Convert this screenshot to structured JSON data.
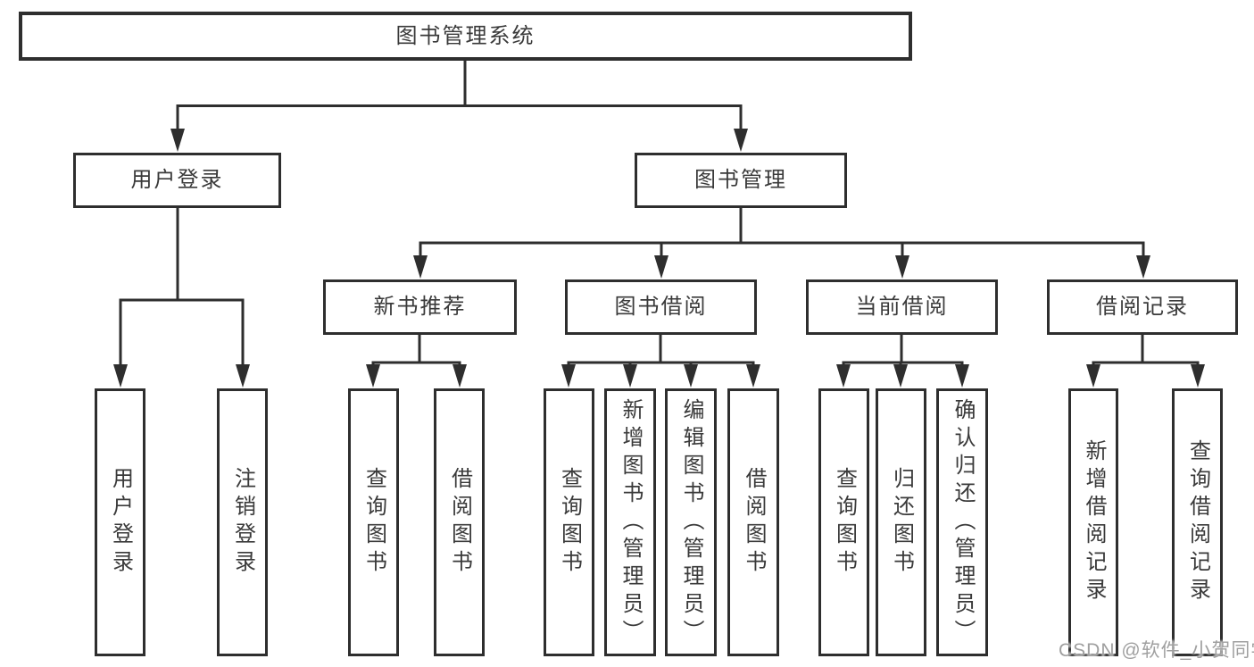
{
  "diagram": {
    "root": {
      "label": "图书管理系统"
    },
    "level2": [
      {
        "label": "用户登录"
      },
      {
        "label": "图书管理"
      }
    ],
    "level3": [
      {
        "label": "新书推荐",
        "parent": "图书管理"
      },
      {
        "label": "图书借阅",
        "parent": "图书管理"
      },
      {
        "label": "当前借阅",
        "parent": "图书管理"
      },
      {
        "label": "借阅记录",
        "parent": "图书管理"
      }
    ],
    "leaves": [
      {
        "label": "用户登录",
        "parent": "用户登录"
      },
      {
        "label": "注销登录",
        "parent": "用户登录"
      },
      {
        "label": "查询图书",
        "parent": "新书推荐"
      },
      {
        "label": "借阅图书",
        "parent": "新书推荐"
      },
      {
        "label": "查询图书",
        "parent": "图书借阅"
      },
      {
        "label": "新增图书（管理员）",
        "parent": "图书借阅"
      },
      {
        "label": "编辑图书（管理员）",
        "parent": "图书借阅"
      },
      {
        "label": "借阅图书",
        "parent": "图书借阅"
      },
      {
        "label": "查询图书",
        "parent": "当前借阅"
      },
      {
        "label": "归还图书",
        "parent": "当前借阅"
      },
      {
        "label": "确认归还（管理员）",
        "parent": "当前借阅"
      },
      {
        "label": "新增借阅记录",
        "parent": "借阅记录"
      },
      {
        "label": "查询借阅记录",
        "parent": "借阅记录"
      }
    ]
  },
  "watermark": {
    "text": "CSDN @软件_小贺同学"
  },
  "colors": {
    "line": "#2e2e2e",
    "box_border": "#2e2e2e",
    "text": "#3a3a3a",
    "watermark": "#9f9f9f",
    "background": "#ffffff"
  }
}
